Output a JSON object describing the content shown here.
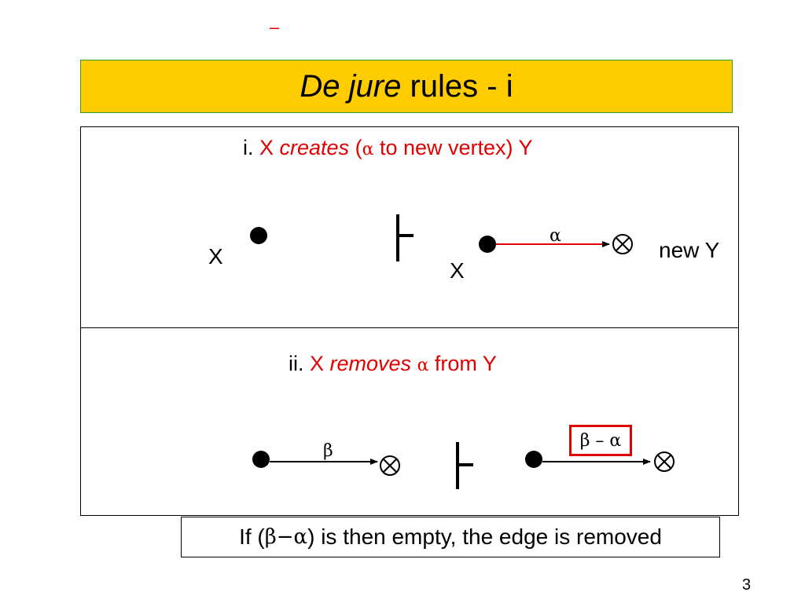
{
  "slide": {
    "top_mark": "–",
    "title_italic": "De jure",
    "title_rest": " rules - i",
    "page_number": "3"
  },
  "rule1": {
    "prefix": "i. ",
    "subject": "X ",
    "verb": "creates",
    "paren_open": " (",
    "greek": "α",
    "paren_rest": " to new vertex) Y",
    "left_label": "X",
    "right_label": "X",
    "new_label": "new Y",
    "edge_label": "α"
  },
  "rule2": {
    "prefix": "ii. ",
    "subject": "X ",
    "verb": "removes",
    "space": " ",
    "greek": "α",
    "rest": " from Y",
    "left_edge_label": "β",
    "right_edge_label": "β – α"
  },
  "note": {
    "before": "If (",
    "greek": "β−α",
    "after": ") is then empty, the edge is removed"
  },
  "colors": {
    "title_bg": "#ffcc00",
    "accent_red": "#e00000",
    "title_border": "#2f9e2f"
  }
}
